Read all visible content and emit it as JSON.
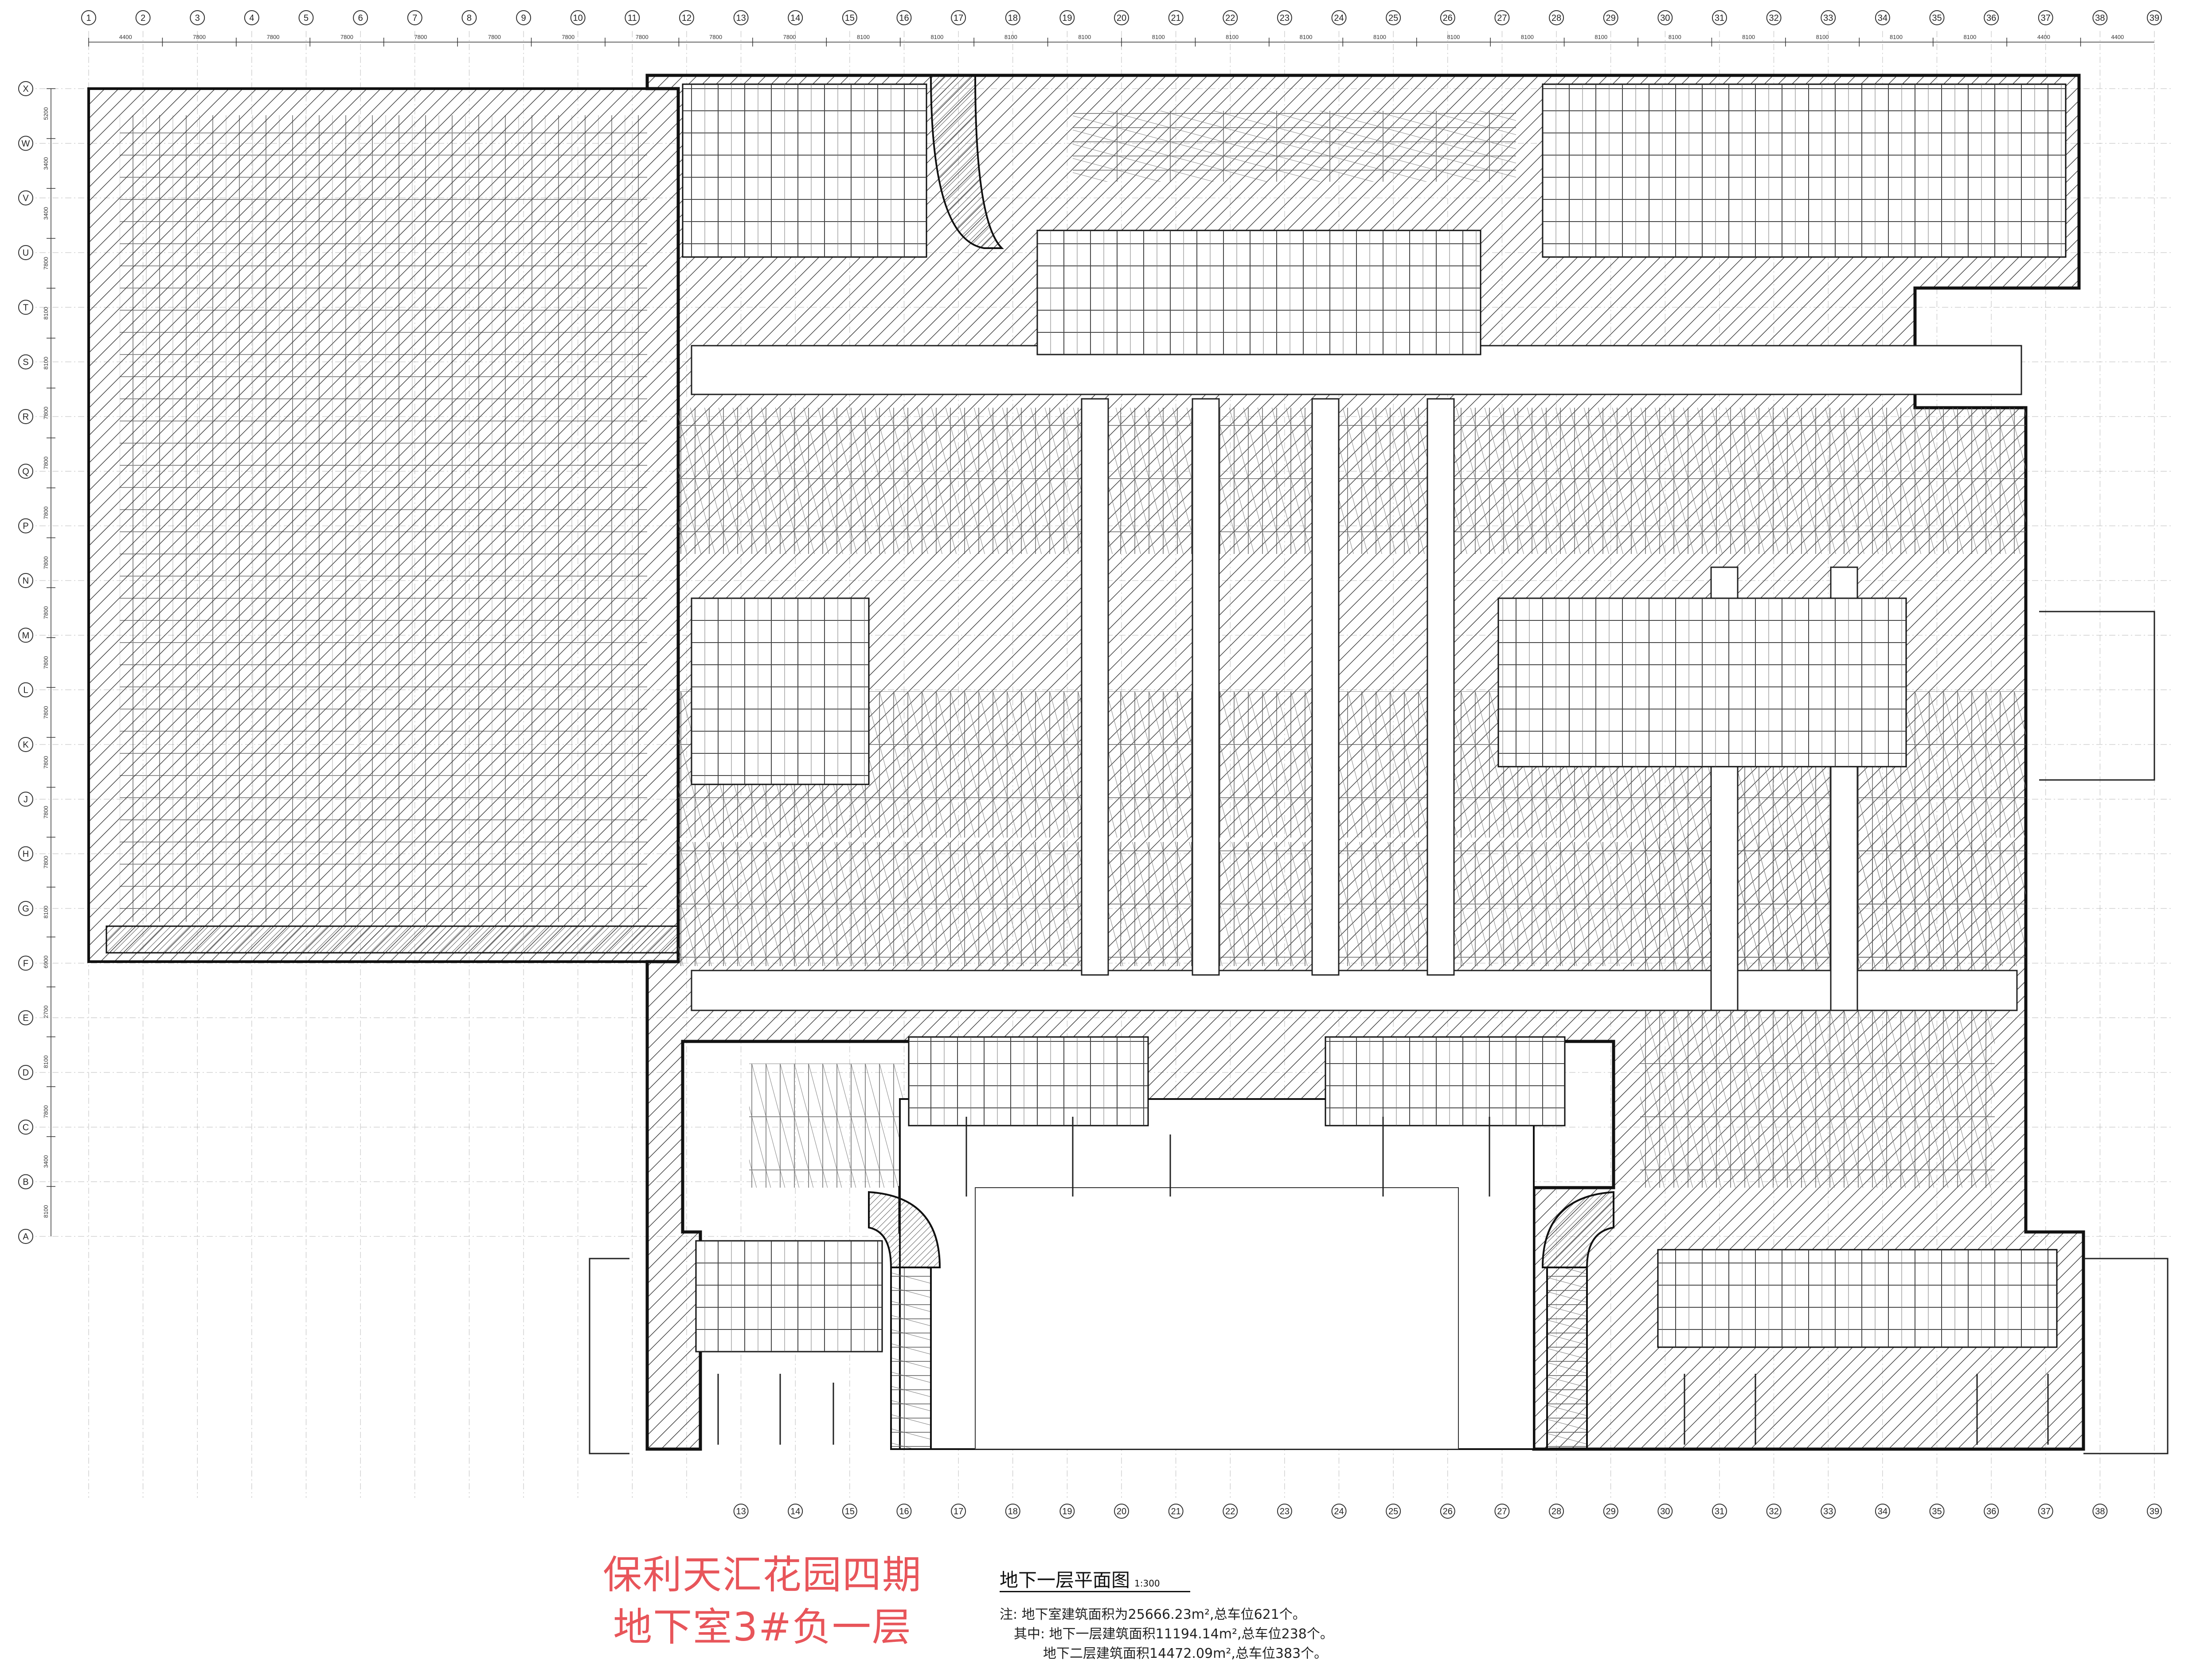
{
  "project": {
    "title_line1": "保利天汇花园四期",
    "title_line2": "地下室3#负一层"
  },
  "plan": {
    "title": "地下一层平面图",
    "scale": "1:300"
  },
  "notes": [
    "注: 地下室建筑面积为25666.23m²,总车位621个。",
    "其中: 地下一层建筑面积11194.14m²,总车位238个。",
    "地下二层建筑面积14472.09m²,总车位383个。"
  ],
  "grid": {
    "columns_top": [
      "1",
      "2",
      "3",
      "4",
      "5",
      "6",
      "7",
      "8",
      "9",
      "10",
      "11",
      "12",
      "13",
      "14",
      "15",
      "16",
      "17",
      "18",
      "19",
      "20",
      "21",
      "22",
      "23",
      "24",
      "25",
      "26",
      "27",
      "28",
      "29",
      "30",
      "31",
      "32",
      "33",
      "34",
      "35",
      "36",
      "37",
      "38",
      "39"
    ],
    "columns_bottom": [
      "13",
      "14",
      "15",
      "16",
      "17",
      "18",
      "19",
      "20",
      "21",
      "22",
      "23",
      "24",
      "25",
      "26",
      "27",
      "28",
      "29",
      "30",
      "31",
      "32",
      "33",
      "34",
      "35",
      "36",
      "37",
      "38",
      "39"
    ],
    "rows": [
      "X",
      "W",
      "V",
      "U",
      "T",
      "S",
      "R",
      "Q",
      "P",
      "N",
      "M",
      "L",
      "K",
      "J",
      "H",
      "G",
      "F",
      "E",
      "D",
      "C",
      "B",
      "A"
    ],
    "top_dims": [
      "4400",
      "7800",
      "7800",
      "7800",
      "7800",
      "7800",
      "7800",
      "7800",
      "7800",
      "7800",
      "8100",
      "8100",
      "8100",
      "8100",
      "8100",
      "8100",
      "8100",
      "8100",
      "8100",
      "8100",
      "8100",
      "8100",
      "8100",
      "8100",
      "8100",
      "8100",
      "4400",
      "4400"
    ],
    "left_dims": [
      "5200",
      "3400",
      "3400",
      "7800",
      "8100",
      "8100",
      "7800",
      "7800",
      "7800",
      "7800",
      "7800",
      "7800",
      "7800",
      "7800",
      "7800",
      "7800",
      "8100",
      "6900",
      "2700",
      "8100",
      "7800",
      "3400",
      "8100"
    ]
  },
  "colors": {
    "line": "#1a1a1a",
    "hatch": "#444444",
    "title_red": "#e8555a"
  }
}
